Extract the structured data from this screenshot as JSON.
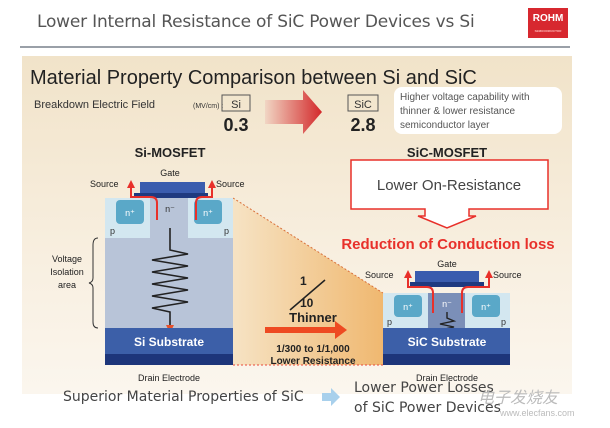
{
  "header": {
    "title": "Lower Internal Resistance of SiC Power Devices vs Si",
    "logo": "ROHM",
    "logo_tagline": "SEMICONDUCTOR"
  },
  "comparison": {
    "heading": "Material Property Comparison between Si and SiC",
    "field_label": "Breakdown Electric Field",
    "field_unit": "(MV/cm) :",
    "si_label": "Si",
    "si_value": "0.3",
    "sic_label": "SiC",
    "sic_value": "2.8",
    "note": [
      "Higher voltage capability with",
      "thinner & lower resistance",
      "semiconductor layer"
    ]
  },
  "si_mosfet": {
    "title": "Si-MOSFET",
    "gate": "Gate",
    "source": "Source",
    "n_plus": "n⁺",
    "n_minus": "n⁻",
    "p": "p",
    "substrate": "Si Substrate",
    "drain": "Drain Electrode",
    "isolation": [
      "Voltage",
      "Isolation",
      "area"
    ]
  },
  "sic_mosfet": {
    "title": "SiC-MOSFET",
    "gate": "Gate",
    "source": "Source",
    "n_plus": "n⁺",
    "n_minus": "n⁻",
    "p": "p",
    "substrate": "SiC Substrate",
    "drain": "Drain Electrode"
  },
  "callout": {
    "text": "Lower On-Resistance",
    "result": "Reduction of Conduction loss"
  },
  "middle": {
    "fraction_num": "1",
    "fraction_den": "10",
    "thinner": "Thinner",
    "resistance": [
      "1/300 to 1/1,000",
      "Lower Resistance"
    ]
  },
  "footer": {
    "left": "Superior Material Properties of SiC",
    "right": [
      "Lower Power Losses",
      "of SiC Power Devices"
    ]
  },
  "watermark": {
    "cn": "电子发烧友",
    "url": "www.elecfans.com"
  },
  "colors": {
    "accent_red": "#e8302a",
    "substrate": "#3c5fa8",
    "drift": "#b8c4d8",
    "gate": "#2d4f9e"
  }
}
